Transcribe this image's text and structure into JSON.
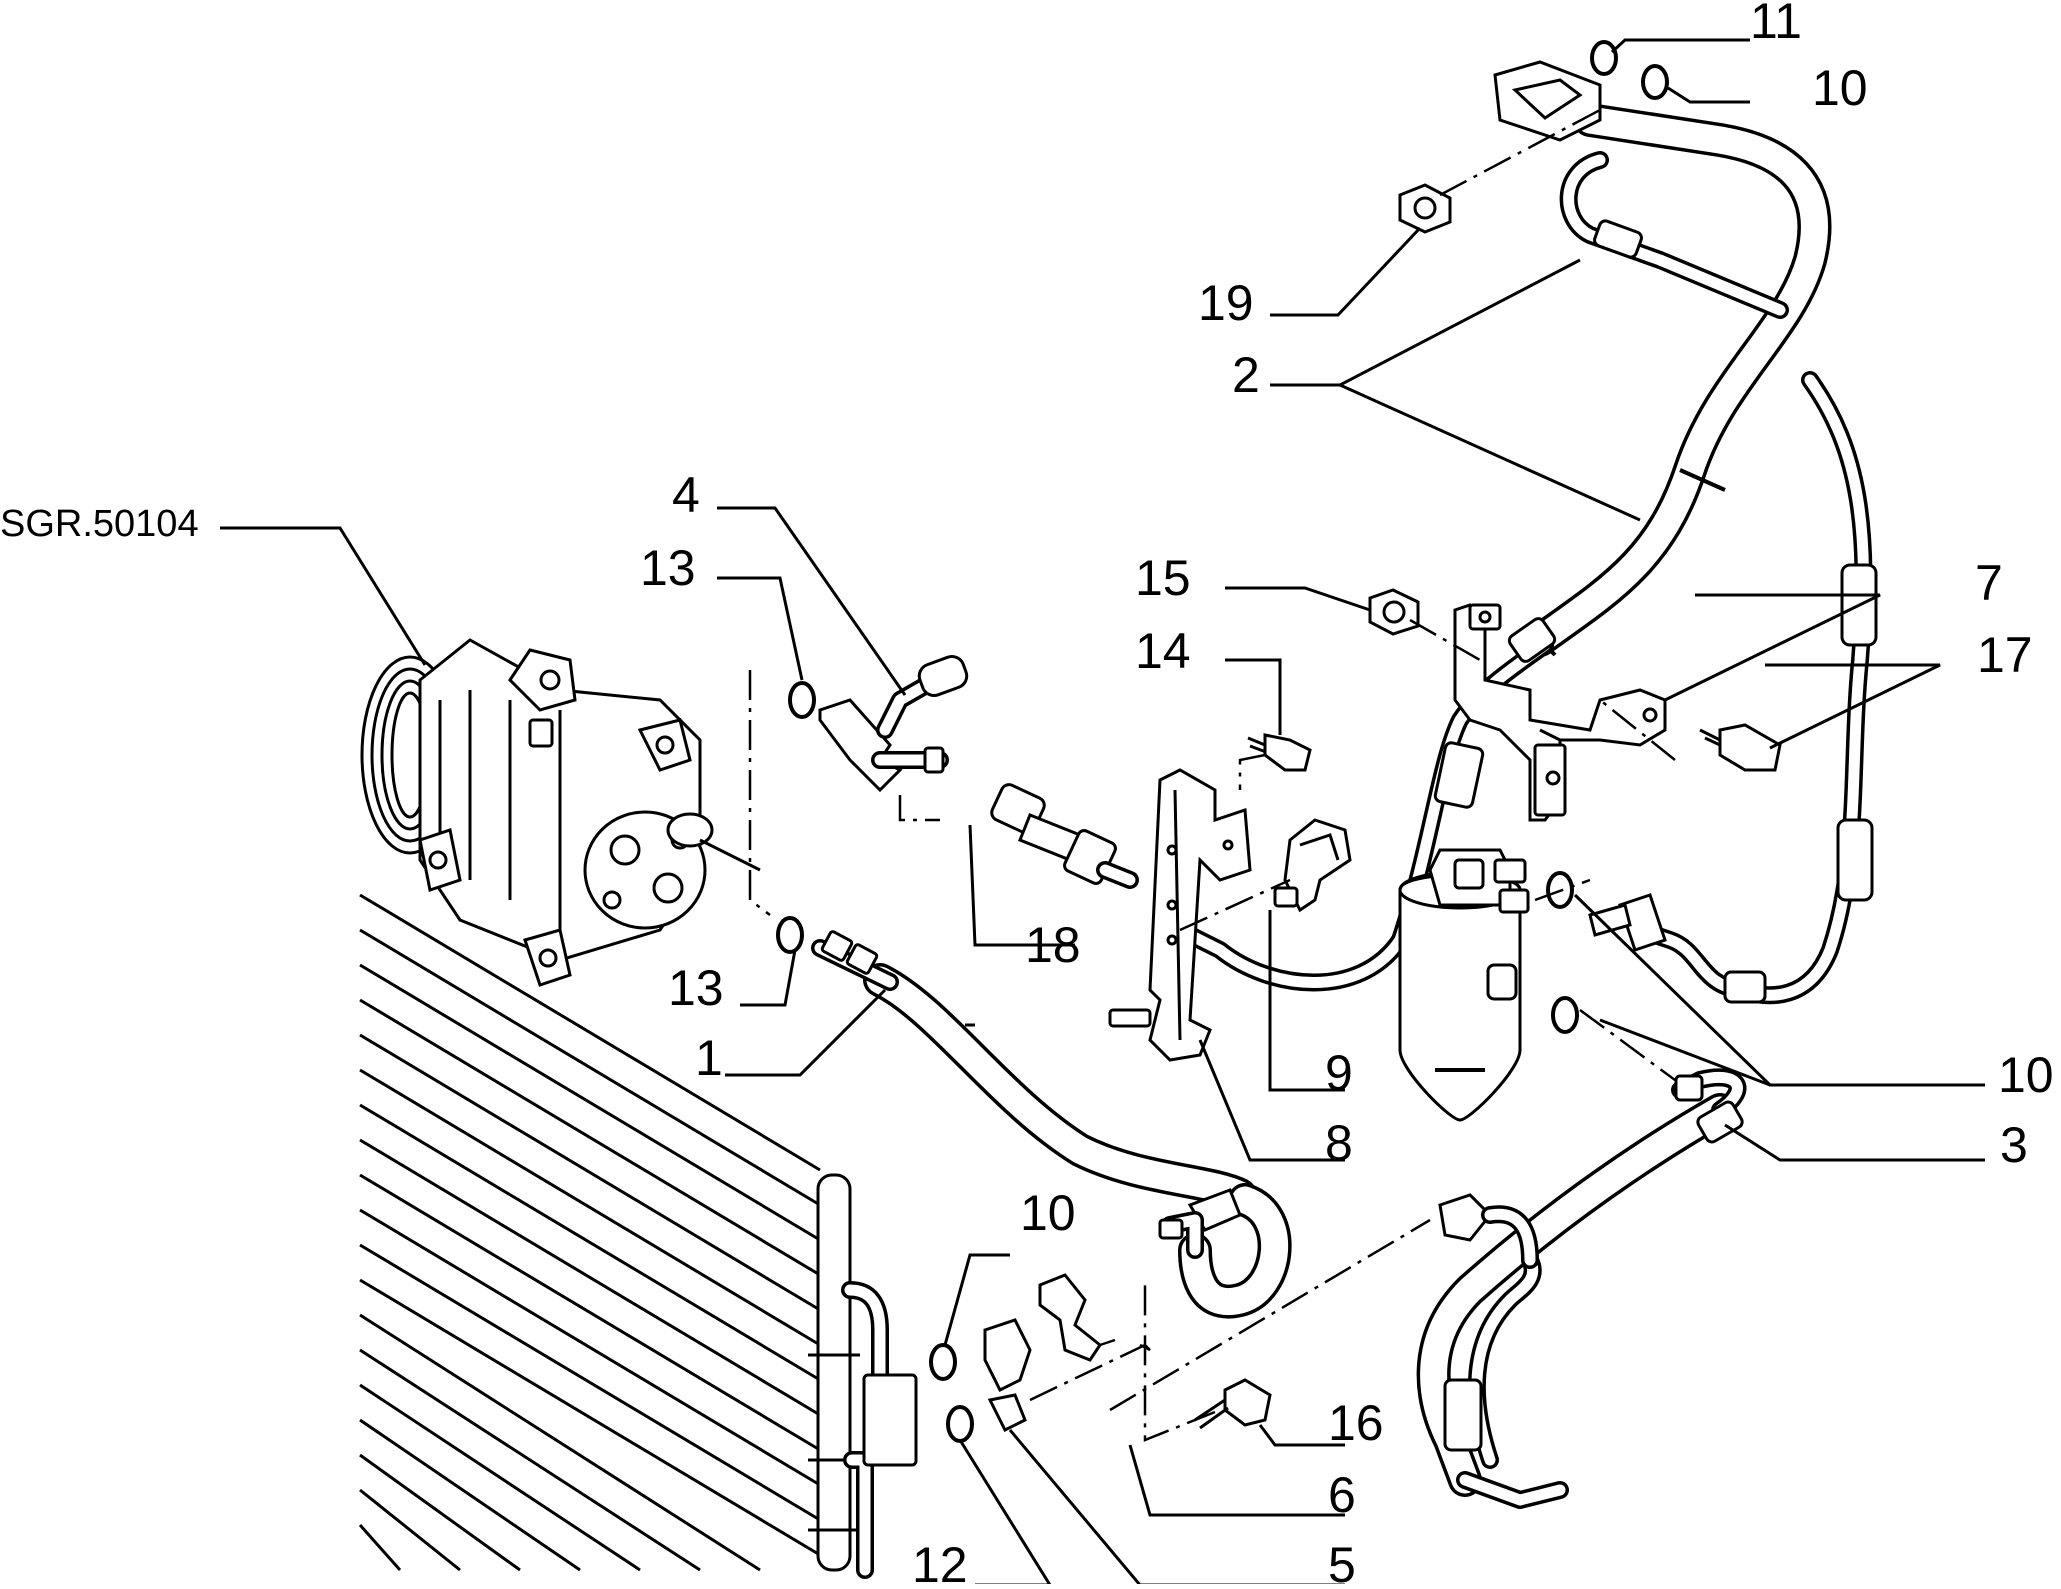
{
  "diagram": {
    "callouts": {
      "sgr": "SGR.50104",
      "c1": "1",
      "c2": "2",
      "c3": "3",
      "c4": "4",
      "c5": "5",
      "c6": "6",
      "c7": "7",
      "c8": "8",
      "c9": "9",
      "c10_top": "10",
      "c10_right": "10",
      "c10_bottom": "10",
      "c11": "11",
      "c12": "12",
      "c13_top": "13",
      "c13_bottom": "13",
      "c14": "14",
      "c15": "15",
      "c16": "16",
      "c17": "17",
      "c18": "18",
      "c19": "19"
    }
  }
}
